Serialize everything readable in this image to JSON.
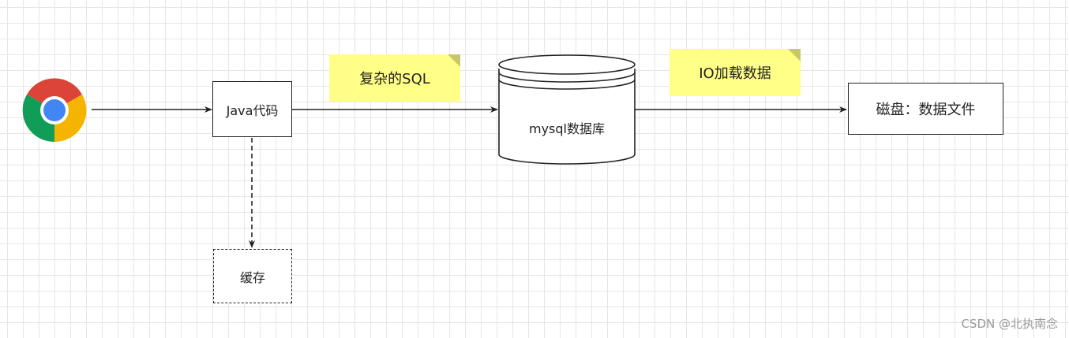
{
  "nodes": {
    "java": "Java代码",
    "cache": "缓存",
    "mysql": "mysql数据库",
    "disk": "磁盘：数据文件"
  },
  "notes": {
    "sql": "复杂的SQL",
    "io": "IO加载数据"
  },
  "watermark": "CSDN @北执南念",
  "colors": {
    "note_fill": "#ffff88",
    "note_fold": "#c7c76a",
    "stroke": "#222222",
    "grid": "#e6e6e6"
  },
  "icons": {
    "browser": "chrome-icon"
  }
}
